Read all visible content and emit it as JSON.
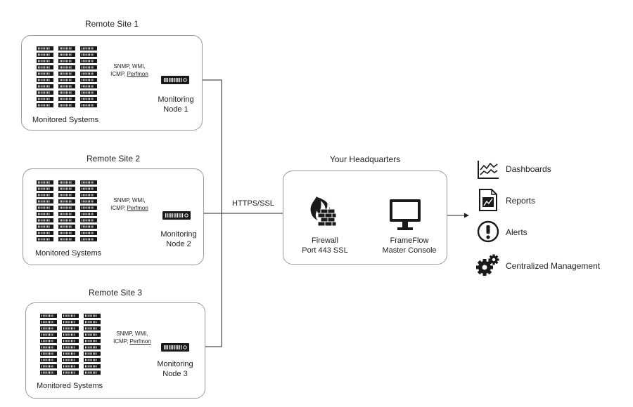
{
  "sites": [
    {
      "title": "Remote Site 1",
      "monitored_label": "Monitored Systems",
      "protocols_line1": "SNMP, WMI,",
      "protocols_prefix": "ICMP, ",
      "protocols_ul": "Perfmon",
      "node_line1": "Monitoring",
      "node_line2": "Node 1"
    },
    {
      "title": "Remote Site 2",
      "monitored_label": "Monitored Systems",
      "protocols_line1": "SNMP, WMI,",
      "protocols_prefix": "ICMP, ",
      "protocols_ul": "Perfmon",
      "node_line1": "Monitoring",
      "node_line2": "Node 2"
    },
    {
      "title": "Remote Site 3",
      "monitored_label": "Monitored Systems",
      "protocols_line1": "SNMP, WMI,",
      "protocols_prefix": "ICMP, ",
      "protocols_ul": "Perfmon",
      "node_line1": "Monitoring",
      "node_line2": "Node 3"
    }
  ],
  "link_label": "HTTPS/SSL",
  "hq": {
    "title": "Your Headquarters",
    "firewall_line1": "Firewall",
    "firewall_line2": "Port 443 SSL",
    "console_line1": "FrameFlow",
    "console_line2": "Master Console"
  },
  "features": [
    {
      "label": "Dashboards",
      "icon": "dashboard-chart-icon"
    },
    {
      "label": "Reports",
      "icon": "report-document-icon"
    },
    {
      "label": "Alerts",
      "icon": "alert-exclamation-icon"
    },
    {
      "label": "Centralized Management",
      "icon": "gears-icon"
    }
  ],
  "colors": {
    "border": "#9a9a9a",
    "line": "#222222",
    "icon": "#1a1a1a"
  }
}
